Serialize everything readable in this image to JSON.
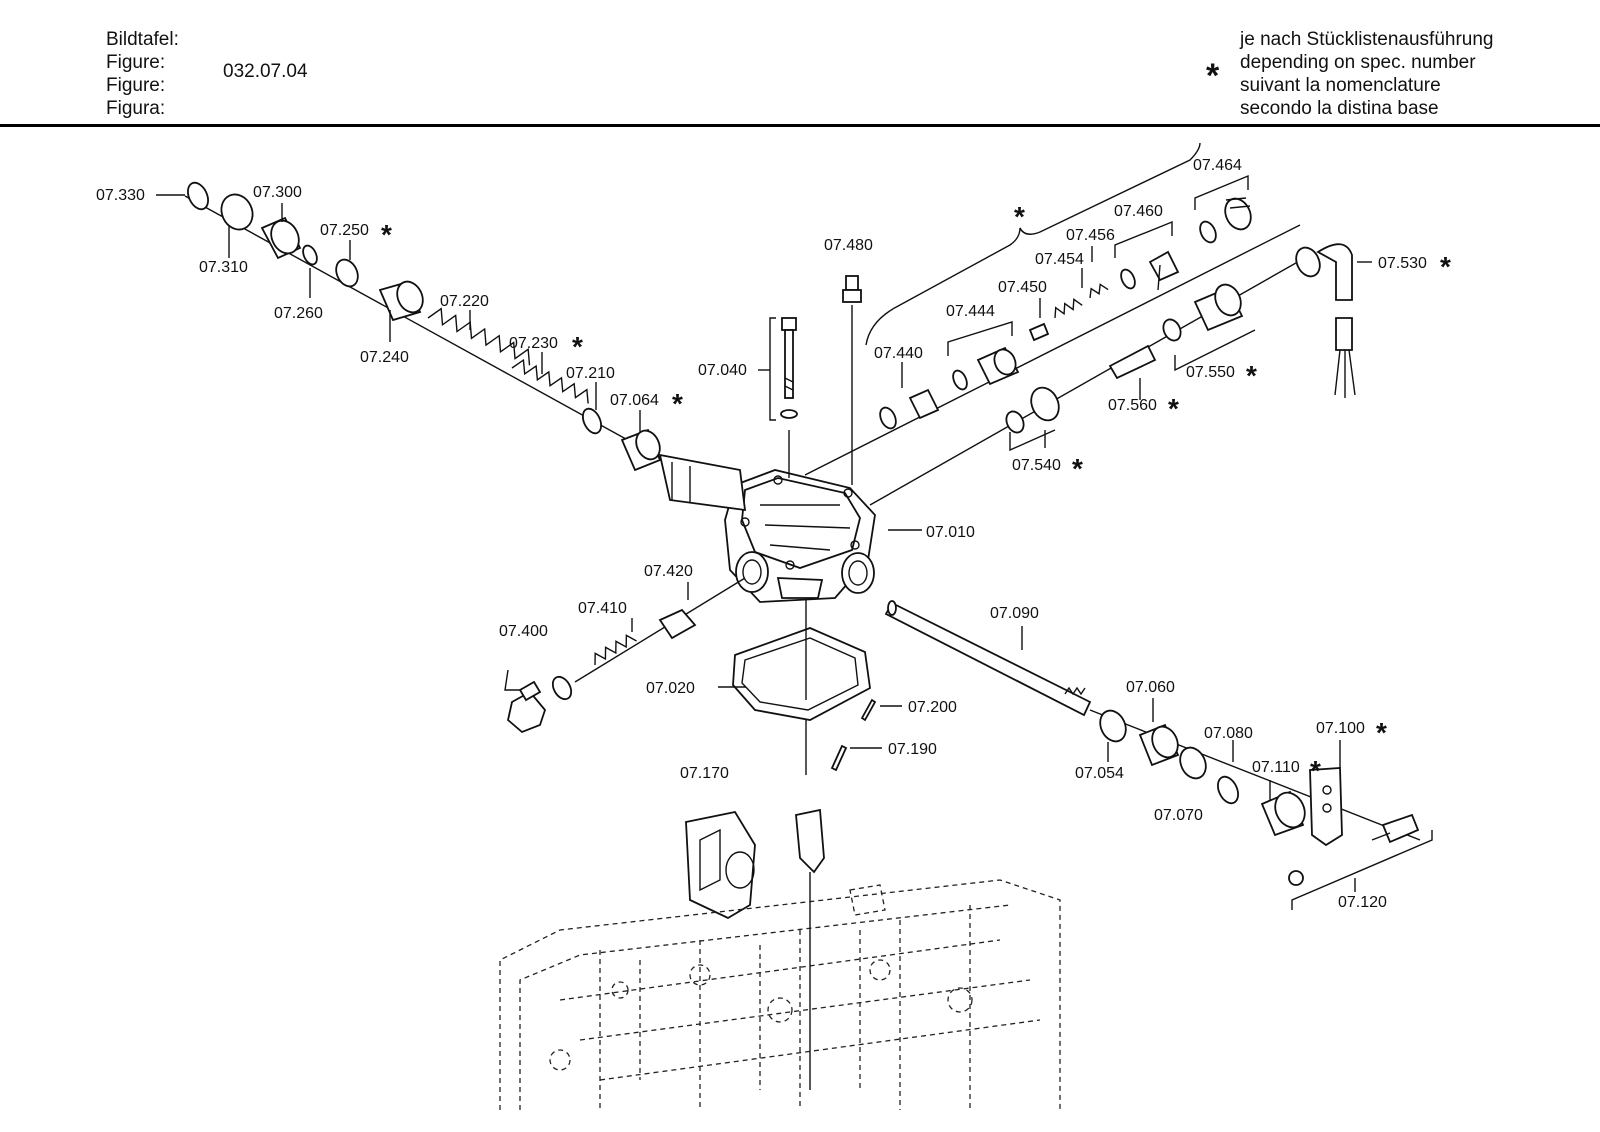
{
  "header": {
    "labels": [
      "Bildtafel:",
      "Figure:",
      "Figure:",
      "Figura:"
    ],
    "figure_number": "032.07.04",
    "asterisk": "*",
    "notes": [
      "je nach Stücklistenausführung",
      "depending on spec. number",
      "suivant la nomenclature",
      "secondo la distina base"
    ]
  },
  "parts": {
    "p07_330": "07.330",
    "p07_300": "07.300",
    "p07_310": "07.310",
    "p07_250": "07.250",
    "p07_260": "07.260",
    "p07_240": "07.240",
    "p07_220": "07.220",
    "p07_230": "07.230",
    "p07_210": "07.210",
    "p07_064": "07.064",
    "p07_040": "07.040",
    "p07_480": "07.480",
    "p07_440": "07.440",
    "p07_444": "07.444",
    "p07_450": "07.450",
    "p07_454": "07.454",
    "p07_456": "07.456",
    "p07_460": "07.460",
    "p07_464": "07.464",
    "p07_530": "07.530",
    "p07_550": "07.550",
    "p07_560": "07.560",
    "p07_540": "07.540",
    "p07_010": "07.010",
    "p07_090": "07.090",
    "p07_420": "07.420",
    "p07_410": "07.410",
    "p07_400": "07.400",
    "p07_020": "07.020",
    "p07_200": "07.200",
    "p07_190": "07.190",
    "p07_170": "07.170",
    "p07_060": "07.060",
    "p07_054": "07.054",
    "p07_080": "07.080",
    "p07_100": "07.100",
    "p07_110": "07.110",
    "p07_070": "07.070",
    "p07_120": "07.120"
  },
  "star": "*"
}
